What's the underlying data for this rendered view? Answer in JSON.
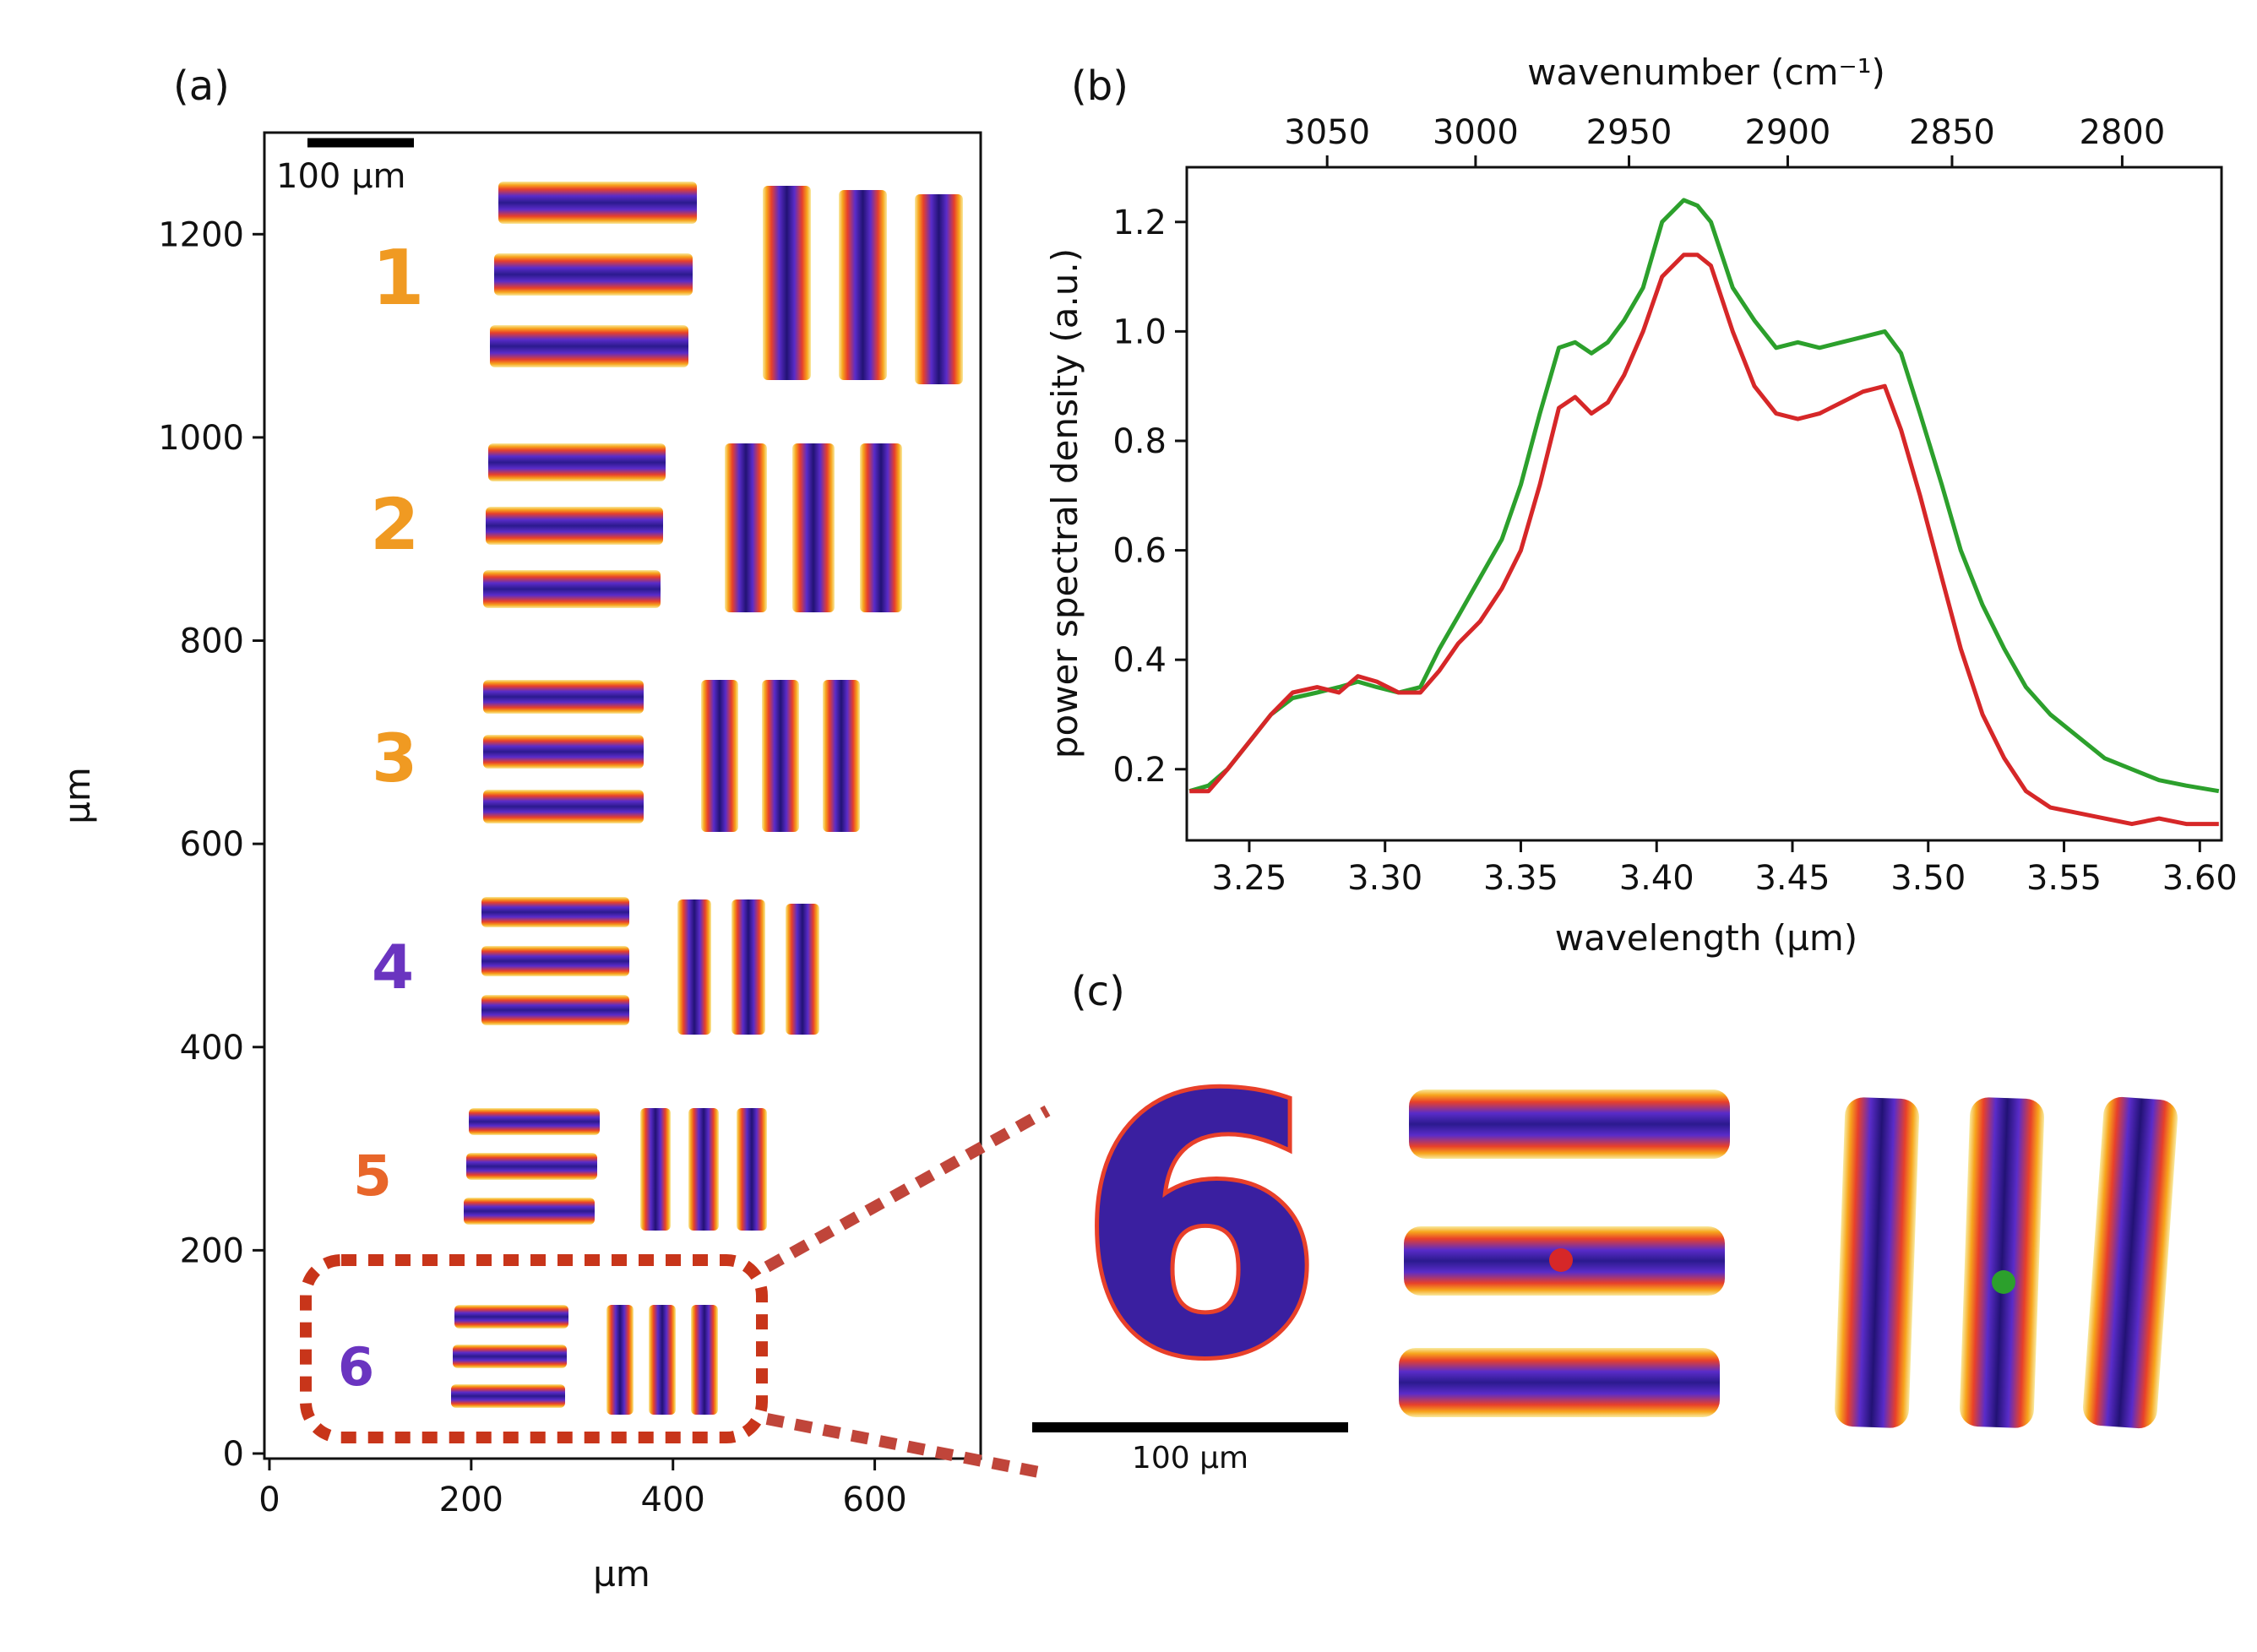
{
  "figure": {
    "panel_a": {
      "label": "(a)",
      "xlabel": "µm",
      "ylabel": "µm",
      "scalebar_label": "100 µm",
      "group_numbers": [
        "1",
        "2",
        "3",
        "4",
        "5",
        "6"
      ]
    },
    "panel_b": {
      "label": "(b)"
    },
    "panel_c": {
      "label": "(c)",
      "scalebar_label": "100 µm",
      "digit": "6"
    }
  },
  "chart_data": [
    {
      "type": "heatmap",
      "panel": "a",
      "xlabel": "µm",
      "ylabel": "µm",
      "xlim": [
        -5,
        705
      ],
      "ylim": [
        -5,
        1300
      ],
      "xticks": [
        0,
        200,
        400,
        600
      ],
      "yticks": [
        0,
        200,
        400,
        600,
        800,
        1000,
        1200
      ],
      "colormap": "inferno-like (yellow → red → purple → dark blue)",
      "zoom_box": {
        "x": [
          40,
          485
        ],
        "y": [
          20,
          195
        ]
      },
      "scalebar_um": 100
    },
    {
      "type": "line",
      "panel": "b",
      "xlabel": "wavelength (µm)",
      "ylabel": "power spectral density (a.u.)",
      "top_xlabel": "wavenumber (cm⁻¹)",
      "xlim": [
        3.227,
        3.608
      ],
      "ylim": [
        0.07,
        1.3
      ],
      "xticks": [
        3.25,
        3.3,
        3.35,
        3.4,
        3.45,
        3.5,
        3.55,
        3.6
      ],
      "xtick_labels": [
        "3.25",
        "3.30",
        "3.35",
        "3.40",
        "3.45",
        "3.50",
        "3.55",
        "3.60"
      ],
      "yticks": [
        0.2,
        0.4,
        0.6,
        0.8,
        1.0,
        1.2
      ],
      "ytick_labels": [
        "0.2",
        "0.4",
        "0.6",
        "0.8",
        "1.0",
        "1.2"
      ],
      "top_xticks": [
        3050,
        3000,
        2950,
        2900,
        2850,
        2800
      ],
      "grid": false,
      "series": [
        {
          "color": "#2ca02c",
          "x": [
            3.228,
            3.235,
            3.242,
            3.25,
            3.258,
            3.266,
            3.275,
            3.283,
            3.29,
            3.297,
            3.305,
            3.313,
            3.32,
            3.327,
            3.335,
            3.343,
            3.35,
            3.357,
            3.364,
            3.37,
            3.376,
            3.382,
            3.388,
            3.395,
            3.402,
            3.41,
            3.415,
            3.42,
            3.428,
            3.436,
            3.444,
            3.452,
            3.46,
            3.468,
            3.476,
            3.484,
            3.49,
            3.497,
            3.505,
            3.512,
            3.52,
            3.528,
            3.536,
            3.545,
            3.555,
            3.565,
            3.575,
            3.585,
            3.595,
            3.607
          ],
          "y": [
            0.16,
            0.17,
            0.2,
            0.25,
            0.3,
            0.33,
            0.34,
            0.35,
            0.36,
            0.35,
            0.34,
            0.35,
            0.42,
            0.48,
            0.55,
            0.62,
            0.72,
            0.85,
            0.97,
            0.98,
            0.96,
            0.98,
            1.02,
            1.08,
            1.2,
            1.24,
            1.23,
            1.2,
            1.08,
            1.02,
            0.97,
            0.98,
            0.97,
            0.98,
            0.99,
            1.0,
            0.96,
            0.85,
            0.72,
            0.6,
            0.5,
            0.42,
            0.35,
            0.3,
            0.26,
            0.22,
            0.2,
            0.18,
            0.17,
            0.16
          ]
        },
        {
          "color": "#d62728",
          "x": [
            3.228,
            3.235,
            3.242,
            3.25,
            3.258,
            3.266,
            3.275,
            3.283,
            3.29,
            3.297,
            3.305,
            3.313,
            3.32,
            3.327,
            3.335,
            3.343,
            3.35,
            3.357,
            3.364,
            3.37,
            3.376,
            3.382,
            3.388,
            3.395,
            3.402,
            3.41,
            3.415,
            3.42,
            3.428,
            3.436,
            3.444,
            3.452,
            3.46,
            3.468,
            3.476,
            3.484,
            3.49,
            3.497,
            3.505,
            3.512,
            3.52,
            3.528,
            3.536,
            3.545,
            3.555,
            3.565,
            3.575,
            3.585,
            3.595,
            3.607
          ],
          "y": [
            0.16,
            0.16,
            0.2,
            0.25,
            0.3,
            0.34,
            0.35,
            0.34,
            0.37,
            0.36,
            0.34,
            0.34,
            0.38,
            0.43,
            0.47,
            0.53,
            0.6,
            0.72,
            0.86,
            0.88,
            0.85,
            0.87,
            0.92,
            1.0,
            1.1,
            1.14,
            1.14,
            1.12,
            1.0,
            0.9,
            0.85,
            0.84,
            0.85,
            0.87,
            0.89,
            0.9,
            0.82,
            0.7,
            0.55,
            0.42,
            0.3,
            0.22,
            0.16,
            0.13,
            0.12,
            0.11,
            0.1,
            0.11,
            0.1,
            0.1
          ]
        }
      ]
    },
    {
      "type": "heatmap",
      "panel": "c",
      "scalebar_um": 100,
      "markers": [
        {
          "color": "#d62728",
          "location": "middle horizontal bar"
        },
        {
          "color": "#2ca02c",
          "location": "middle vertical bar"
        }
      ]
    }
  ]
}
